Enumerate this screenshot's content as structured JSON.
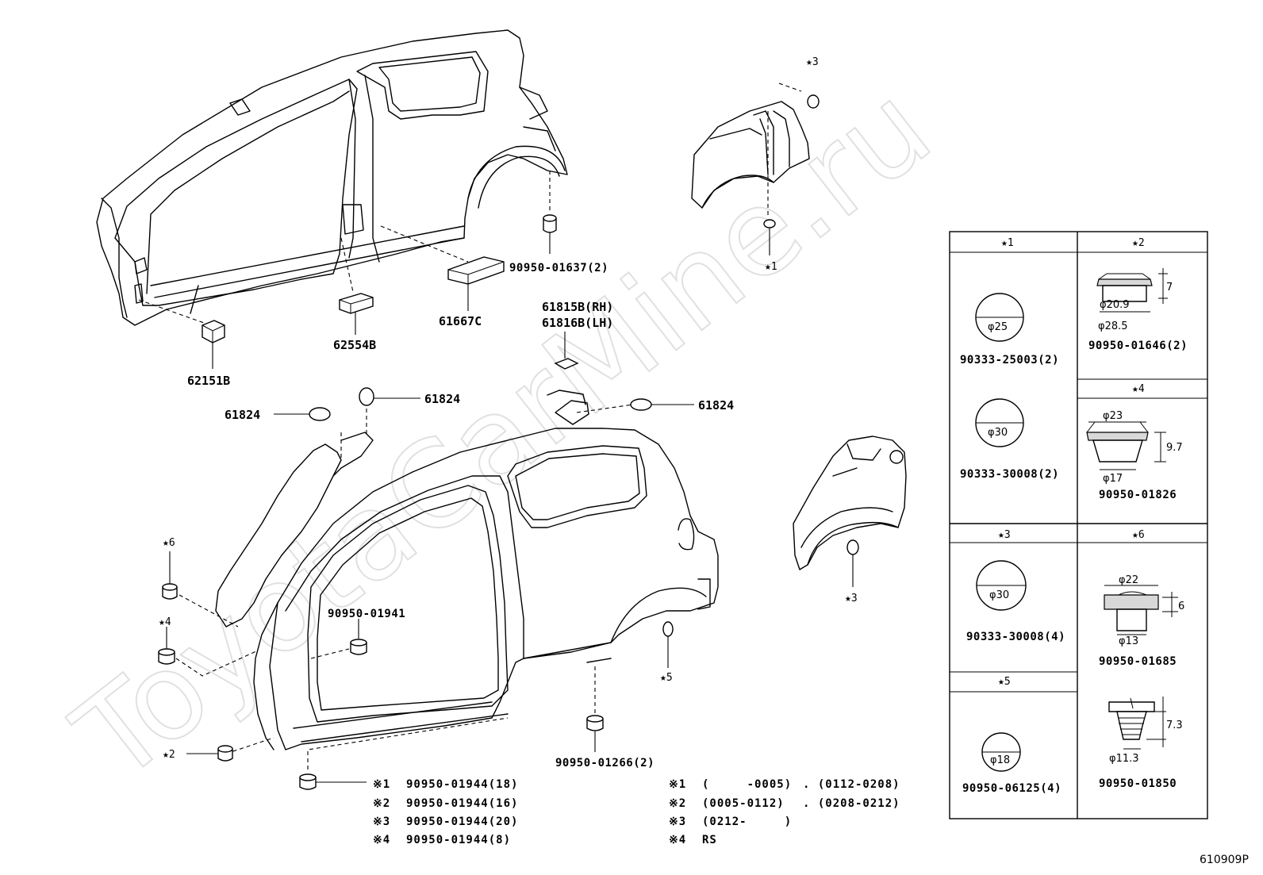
{
  "watermark": "ToyotaCarMine.ru",
  "sheet_id": "610909P",
  "callouts": {
    "c62151B": "62151B",
    "c62554B": "62554B",
    "c61667C": "61667C",
    "c90950_01637": "90950-01637(2)",
    "c61815B": "61815B(RH)",
    "c61816B": "61816B(LH)",
    "c61824_a": "61824",
    "c61824_b": "61824",
    "c61824_c": "61824",
    "c90950_01941": "90950-01941",
    "c90950_01266": "90950-01266(2)"
  },
  "stars": {
    "s3_top": "★3",
    "s1_top": "★1",
    "s3_mid": "★3",
    "s6": "★6",
    "s4": "★4",
    "s2": "★2",
    "s5": "★5"
  },
  "qty_notes": [
    {
      "mark": "※1",
      "part": "90950-01944(18)"
    },
    {
      "mark": "※2",
      "part": "90950-01944(16)"
    },
    {
      "mark": "※3",
      "part": "90950-01944(20)"
    },
    {
      "mark": "※4",
      "part": "90950-01944(8)"
    }
  ],
  "period_notes": [
    {
      "mark": "※1",
      "a": "(     -0005)",
      "b": ". (0112-0208)"
    },
    {
      "mark": "※2",
      "a": "(0005-0112)",
      "b": ". (0208-0212)"
    },
    {
      "mark": "※3",
      "a": "(0212-     )",
      "b": ""
    },
    {
      "mark": "※4",
      "a": "RS",
      "b": ""
    }
  ],
  "legend_table": {
    "cells": [
      {
        "header": "★1",
        "part": "90333-25003(2)",
        "dims": [
          "φ25"
        ]
      },
      {
        "header": "★2",
        "part": "90950-01646(2)",
        "dims": [
          "7",
          "φ20.9",
          "φ28.5"
        ]
      },
      {
        "header": "★4",
        "part": "90950-01826",
        "dims": [
          "φ23",
          "9.7",
          "φ17"
        ]
      },
      {
        "header": "",
        "part": "90333-30008(2)",
        "dims": [
          "φ30"
        ]
      },
      {
        "header": "★3",
        "part": "90333-30008(4)",
        "dims": [
          "φ30"
        ]
      },
      {
        "header": "★6",
        "part": "90950-01685",
        "dims": [
          "φ22",
          "6",
          "φ13"
        ]
      },
      {
        "header": "★5",
        "part": "90950-06125(4)",
        "dims": [
          "φ18"
        ]
      },
      {
        "header": "",
        "part": "90950-01850",
        "dims": [
          "7.3",
          "φ11.3"
        ]
      }
    ]
  }
}
